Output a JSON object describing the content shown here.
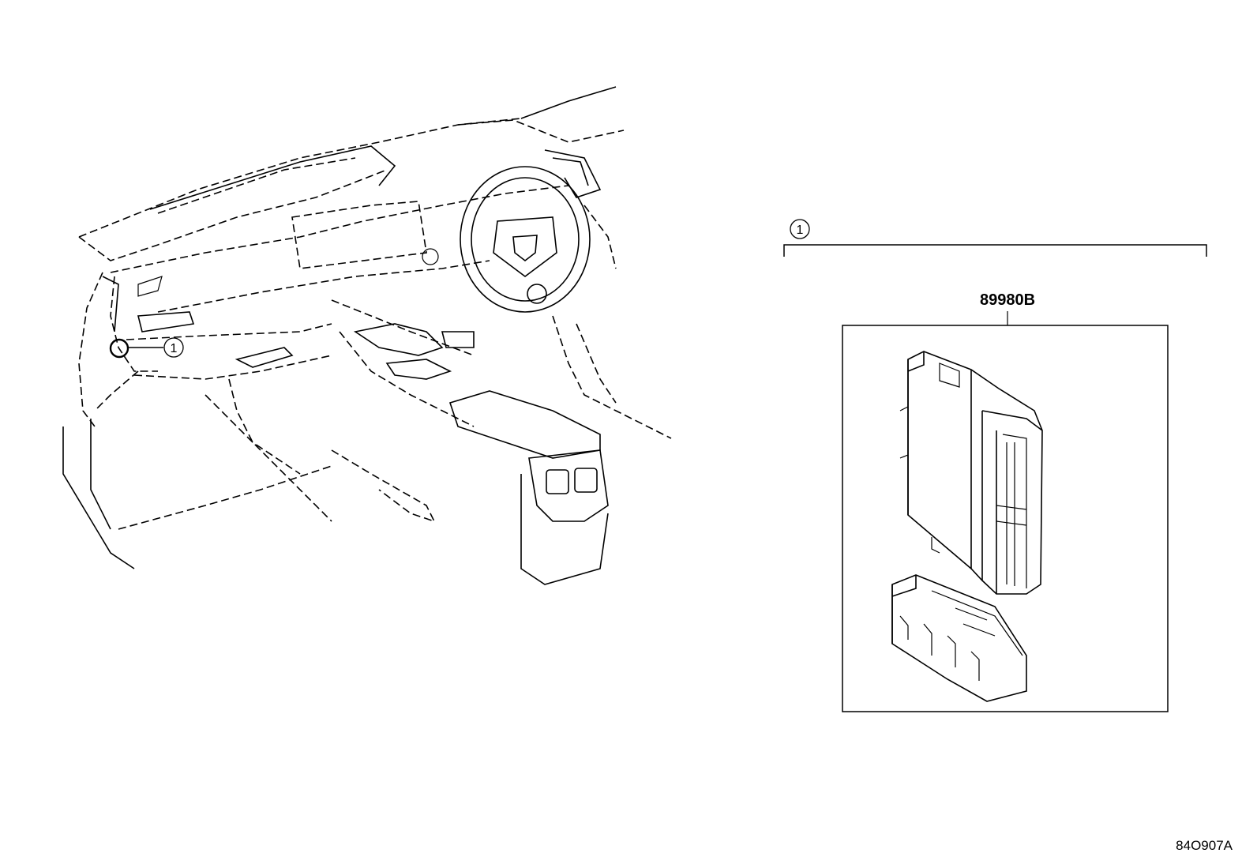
{
  "callout": {
    "number": "1"
  },
  "part": {
    "number": "89980B"
  },
  "illustration_code": "84O907A"
}
